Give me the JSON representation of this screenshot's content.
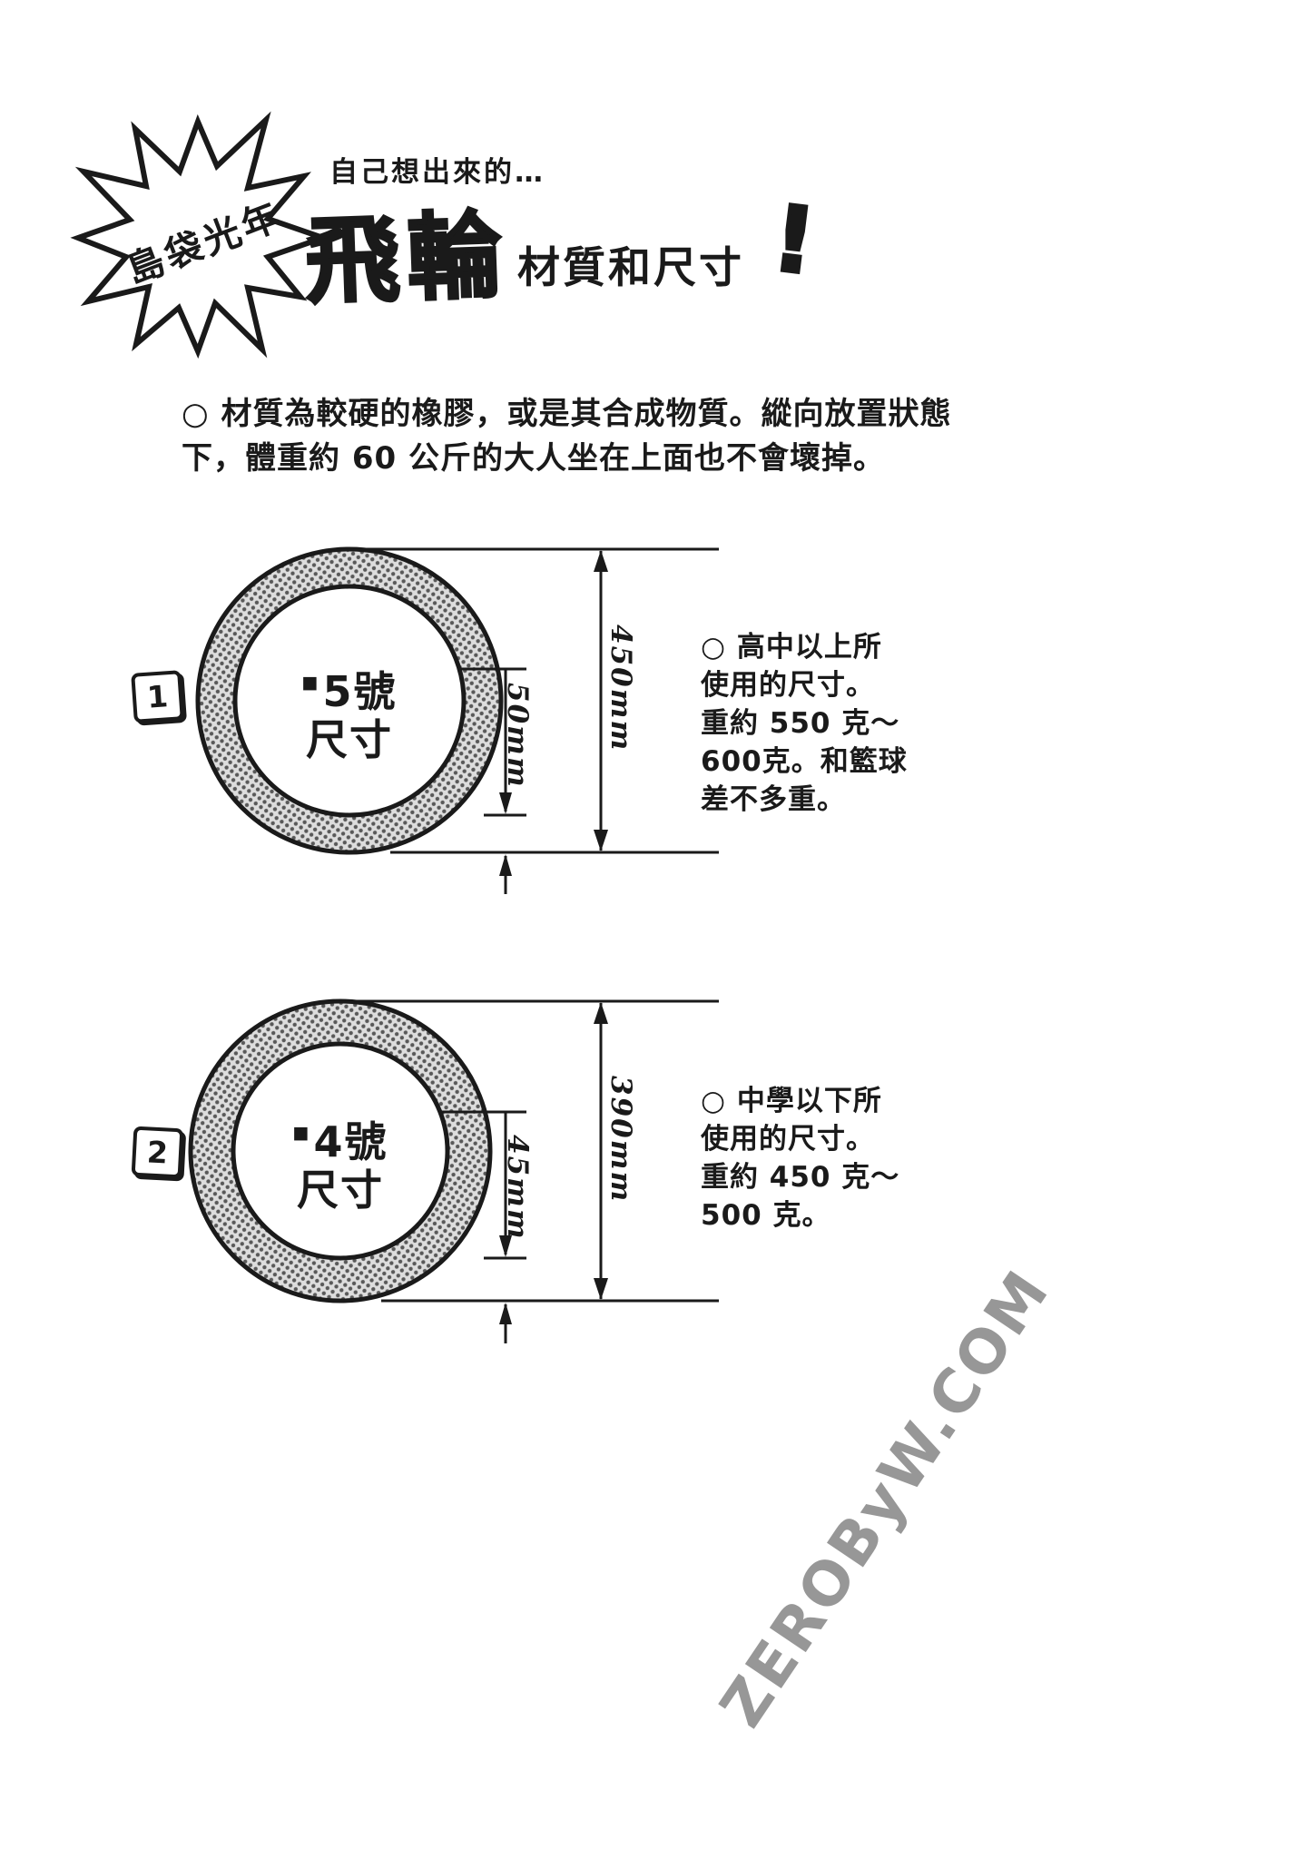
{
  "page": {
    "background": "#ffffff",
    "ink": "#1a1a1a",
    "tone_gray": "#afafaf",
    "watermark_text": "ZEROByW.COM",
    "watermark_color": "#979797"
  },
  "header": {
    "author_burst": "島袋光年",
    "kicker": "自己想出來的…",
    "title": "飛輪",
    "title_suffix": "材質和尺寸",
    "exclamation": "!"
  },
  "intro": {
    "lines": [
      "○ 材質為較硬的橡膠，或是其合成物質。縱向放置狀態",
      "下，體重約 60 公斤的大人坐在上面也不會壞掉。"
    ]
  },
  "icons": {
    "bullet_square": "■"
  },
  "diagrams": [
    {
      "number": "1",
      "size_label": "5號",
      "size_caption": "尺寸",
      "thickness_dim": "50mm",
      "diameter_dim": "450mm",
      "note": [
        "○ 高中以上所",
        "使用的尺寸。",
        "重約 550 克～",
        "600克。和籃球",
        "差不多重。"
      ]
    },
    {
      "number": "2",
      "size_label": "4號",
      "size_caption": "尺寸",
      "thickness_dim": "45mm",
      "diameter_dim": "390mm",
      "note": [
        "○ 中學以下所",
        "使用的尺寸。",
        "重約 450 克～",
        "500 克。"
      ]
    }
  ]
}
